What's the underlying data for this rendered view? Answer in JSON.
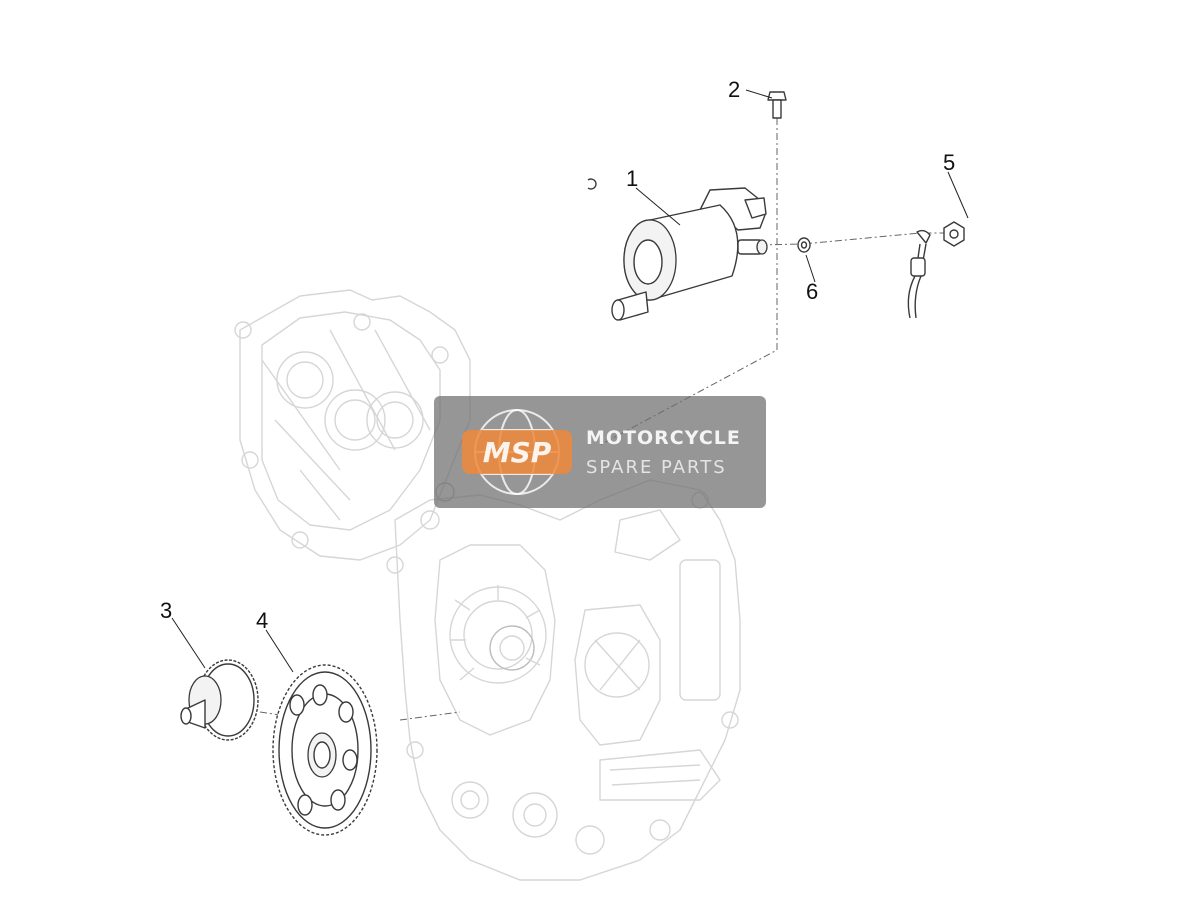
{
  "callouts": [
    {
      "id": "1",
      "label": "1"
    },
    {
      "id": "2",
      "label": "2"
    },
    {
      "id": "3",
      "label": "3"
    },
    {
      "id": "4",
      "label": "4"
    },
    {
      "id": "5",
      "label": "5"
    },
    {
      "id": "6",
      "label": "6"
    }
  ],
  "watermark": {
    "logo_text": "MSP",
    "line1": "MOTORCYCLE",
    "line2": "SPARE PARTS"
  },
  "colors": {
    "watermark_bg": "#6e6e6e",
    "logo_orange": "#f08a3c",
    "ghost_line": "#d6d6d6",
    "part_line": "#3a3a3a"
  }
}
